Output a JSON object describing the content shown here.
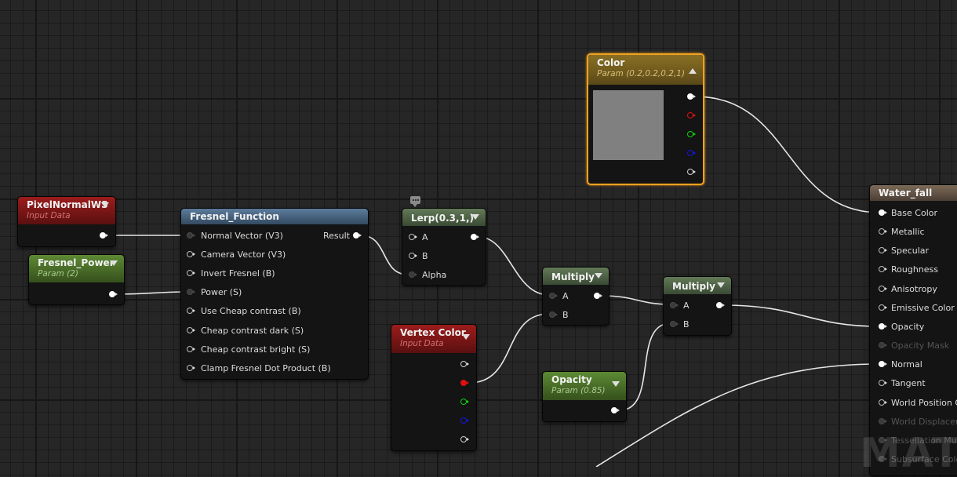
{
  "graph": {
    "watermark": "MAT"
  },
  "nodes": {
    "pixel_normal": {
      "title": "PixelNormalWS",
      "subtitle": "Input Data"
    },
    "fresnel_power": {
      "title": "Fresnel_Power",
      "subtitle": "Param (2)"
    },
    "fresnel_function": {
      "title": "Fresnel_Function",
      "output": "Result",
      "inputs": [
        "Normal Vector (V3)",
        "Camera Vector (V3)",
        "Invert Fresnel (B)",
        "Power (S)",
        "Use Cheap contrast (B)",
        "Cheap contrast dark (S)",
        "Cheap contrast bright (S)",
        "Clamp Fresnel Dot Product (B)"
      ]
    },
    "lerp": {
      "title": "Lerp(0.3,1,)",
      "inputs": [
        "A",
        "B",
        "Alpha"
      ]
    },
    "color": {
      "title": "Color",
      "subtitle": "Param (0.2,0.2,0.2,1)",
      "swatch_color": "#808080",
      "accent": "#f0a020"
    },
    "multiply1": {
      "title": "Multiply",
      "inputs": [
        "A",
        "B"
      ]
    },
    "multiply2": {
      "title": "Multiply",
      "inputs": [
        "A",
        "B"
      ]
    },
    "vertex_color": {
      "title": "Vertex Color",
      "subtitle": "Input Data"
    },
    "opacity": {
      "title": "Opacity",
      "subtitle": "Param (0.85)"
    },
    "water_fall": {
      "title": "Water_fall",
      "inputs": [
        "Base Color",
        "Metallic",
        "Specular",
        "Roughness",
        "Anisotropy",
        "Emissive Color",
        "Opacity",
        "Opacity Mask",
        "Normal",
        "Tangent",
        "World Position Offset",
        "World Displacement",
        "Tessellation Multiplier",
        "Subsurface Color"
      ]
    }
  },
  "pin_colors": {
    "red": "#e01010",
    "green": "#10d010",
    "blue": "#1515e0",
    "white": "#ffffff"
  },
  "icons": [
    "comment-icon",
    "collapse-arrow-icon"
  ]
}
